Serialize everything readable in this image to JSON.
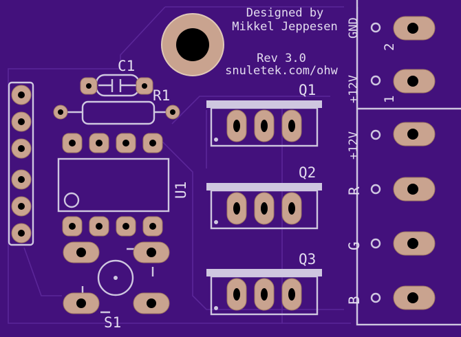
{
  "board": {
    "credit_line1": "Designed by",
    "credit_line2": "Mikkel Jeppesen",
    "revision": "Rev 3.0",
    "url": "snuletek.com/ohw"
  },
  "components": {
    "c1": "C1",
    "r1": "R1",
    "u1": "U1",
    "q1": "Q1",
    "q2": "Q2",
    "q3": "Q3",
    "s1": "S1"
  },
  "connector_top": {
    "pin2_number": "2",
    "pin1_number": "1",
    "pin2_label": "GND",
    "pin1_label": "+12V"
  },
  "connector_bottom": {
    "pin_v_label": "+12V",
    "pin_r_label": "R",
    "pin_g_label": "G",
    "pin_b_label": "B"
  },
  "colors": {
    "board": "#43117c",
    "copper_pad": "#c9a38f",
    "silkscreen": "#cfc7e0"
  }
}
